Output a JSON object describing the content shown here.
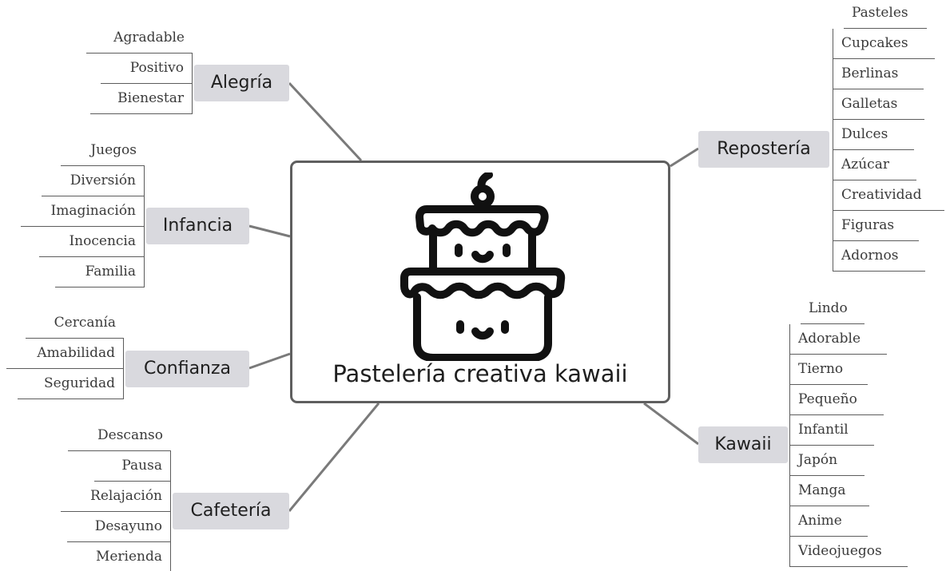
{
  "center": {
    "title": "Pastelería creativa kawaii",
    "icon": "kawaii-cake-icon"
  },
  "branches": {
    "alegria": {
      "label": "Alegría",
      "leaves": [
        "Agradable",
        "Positivo",
        "Bienestar"
      ]
    },
    "infancia": {
      "label": "Infancia",
      "leaves": [
        "Juegos",
        "Diversión",
        "Imaginación",
        "Inocencia",
        "Familia"
      ]
    },
    "confianza": {
      "label": "Confianza",
      "leaves": [
        "Cercanía",
        "Amabilidad",
        "Seguridad"
      ]
    },
    "cafeteria": {
      "label": "Cafetería",
      "leaves": [
        "Descanso",
        "Pausa",
        "Relajación",
        "Desayuno",
        "Merienda"
      ]
    },
    "reposteria": {
      "label": "Repostería",
      "leaves": [
        "Pasteles",
        "Cupcakes",
        "Berlinas",
        "Galletas",
        "Dulces",
        "Azúcar",
        "Creatividad",
        "Figuras",
        "Adornos"
      ]
    },
    "kawaii": {
      "label": "Kawaii",
      "leaves": [
        "Lindo",
        "Adorable",
        "Tierno",
        "Pequeño",
        "Infantil",
        "Japón",
        "Manga",
        "Anime",
        "Videojuegos"
      ]
    }
  },
  "colors": {
    "node_fill": "#d9d9de",
    "connector": "#7a7a7a",
    "center_border": "#5f5f5f",
    "icon_stroke": "#111111"
  }
}
